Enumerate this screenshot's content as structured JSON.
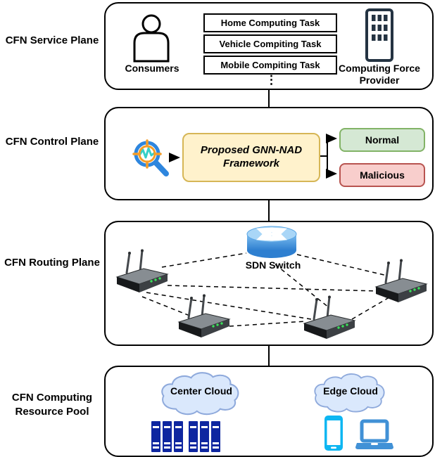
{
  "plane_labels": {
    "service": "CFN Service Plane",
    "control": "CFN Control Plane",
    "routing": "CFN Routing Plane",
    "computing": "CFN Computing Resource Pool"
  },
  "service_plane": {
    "consumers_label": "Consumers",
    "task_boxes": [
      "Home Computing Task",
      "Vehicle Compiting Task",
      "Mobile Compiting Task"
    ],
    "ellipsis": "⋮",
    "provider_label": "Computing Force Provider"
  },
  "control_plane": {
    "framework_label": "Proposed GNN-NAD Framework",
    "normal_label": "Normal",
    "malicious_label": "Malicious"
  },
  "routing_plane": {
    "switch_label": "SDN Switch"
  },
  "computing_plane": {
    "center_cloud_label": "Center Cloud",
    "edge_cloud_label": "Edge Cloud"
  },
  "colors": {
    "framework_fill": "#FFF2CC",
    "framework_border": "#D6B656",
    "normal_fill": "#D5E8D4",
    "normal_border": "#82B366",
    "malicious_fill": "#F8CECC",
    "malicious_border": "#B85450",
    "cloud_fill": "#DAE8FC",
    "cloud_border": "#8FAADC",
    "server_navy": "#0E26A0",
    "phone_cyan": "#0DB6F2",
    "laptop_blue": "#4191D6",
    "switch_blue": "#3E97E4",
    "building_navy": "#243342",
    "magnifier_blue": "#2E86DE",
    "crosshair_orange": "#F59D28",
    "waveform_teal": "#35D0C8"
  }
}
